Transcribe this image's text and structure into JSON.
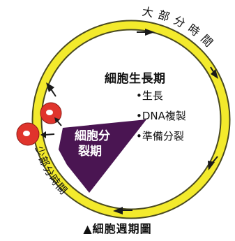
{
  "interphase": {
    "title": "細胞生長期",
    "events": [
      "•生長",
      "•DNA複製",
      "•準備分裂"
    ]
  },
  "mitosis": {
    "label_line1": "細胞分",
    "label_line2": "裂期"
  },
  "arc_labels": {
    "interphase_time": "大部分時間",
    "mitosis_time": "少部分時間"
  },
  "caption": "▲細胞週期圖",
  "colors": {
    "ring_fill": "#f3ea2c",
    "ring_outline": "#4a4a20",
    "arrow": "#1a1a1a",
    "mitosis_wedge": "#4a1552",
    "cell": "#e0342c"
  }
}
